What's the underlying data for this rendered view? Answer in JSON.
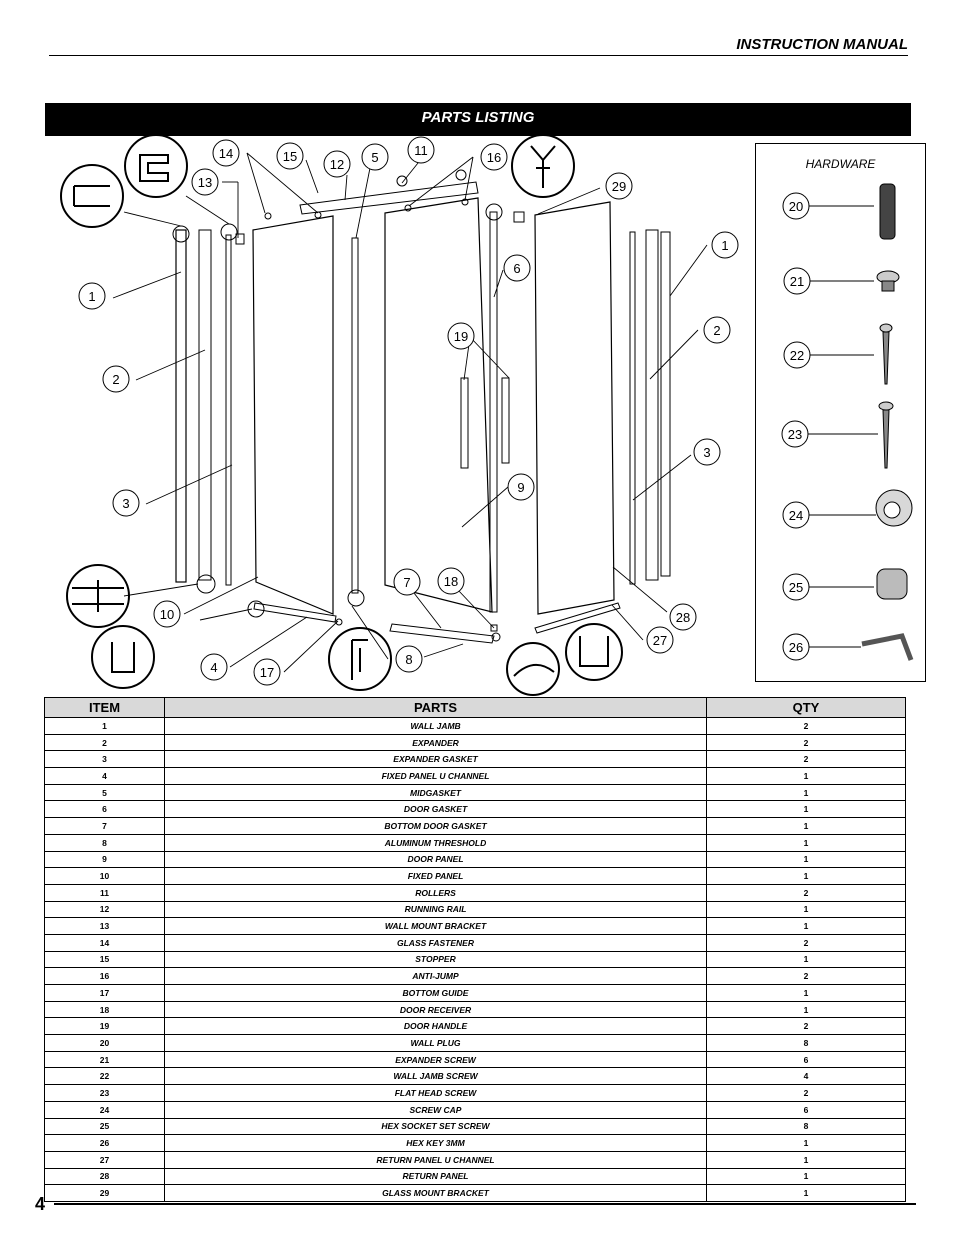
{
  "header": {
    "title": "INSTRUCTION MANUAL"
  },
  "banner": {
    "title": "PARTS LISTING"
  },
  "hardware": {
    "title": "HARDWARE"
  },
  "diagram": {
    "callouts_left": [
      "14",
      "15",
      "12",
      "5",
      "11",
      "16",
      "13",
      "29",
      "1",
      "6",
      "2",
      "19",
      "3",
      "9",
      "7",
      "18",
      "10",
      "28",
      "27",
      "4",
      "17",
      "8"
    ],
    "callouts_hw": [
      "20",
      "21",
      "22",
      "23",
      "24",
      "25",
      "26"
    ]
  },
  "table": {
    "headers": {
      "item": "ITEM",
      "parts": "PARTS",
      "qty": "QTY"
    },
    "rows": [
      {
        "item": "1",
        "name": "WALL JAMB",
        "qty": "2"
      },
      {
        "item": "2",
        "name": "EXPANDER",
        "qty": "2"
      },
      {
        "item": "3",
        "name": "EXPANDER GASKET",
        "qty": "2"
      },
      {
        "item": "4",
        "name": "FIXED PANEL U CHANNEL",
        "qty": "1"
      },
      {
        "item": "5",
        "name": "MIDGASKET",
        "qty": "1"
      },
      {
        "item": "6",
        "name": "DOOR  GASKET",
        "qty": "1"
      },
      {
        "item": "7",
        "name": "BOTTOM DOOR GASKET",
        "qty": "1"
      },
      {
        "item": "8",
        "name": "ALUMINUM THRESHOLD",
        "qty": "1"
      },
      {
        "item": "9",
        "name": "DOOR PANEL",
        "qty": "1"
      },
      {
        "item": "10",
        "name": "FIXED PANEL",
        "qty": "1"
      },
      {
        "item": "11",
        "name": "ROLLERS",
        "qty": "2"
      },
      {
        "item": "12",
        "name": "RUNNING RAIL",
        "qty": "1"
      },
      {
        "item": "13",
        "name": "WALL MOUNT BRACKET",
        "qty": "1"
      },
      {
        "item": "14",
        "name": "GLASS FASTENER",
        "qty": "2"
      },
      {
        "item": "15",
        "name": "STOPPER",
        "qty": "1"
      },
      {
        "item": "16",
        "name": "ANTI-JUMP",
        "qty": "2"
      },
      {
        "item": "17",
        "name": "BOTTOM GUIDE",
        "qty": "1"
      },
      {
        "item": "18",
        "name": "DOOR RECEIVER",
        "qty": "1"
      },
      {
        "item": "19",
        "name": "DOOR HANDLE",
        "qty": "2"
      },
      {
        "item": "20",
        "name": "WALL PLUG",
        "qty": "8"
      },
      {
        "item": "21",
        "name": "EXPANDER SCREW",
        "qty": "6"
      },
      {
        "item": "22",
        "name": "WALL JAMB SCREW",
        "qty": "4"
      },
      {
        "item": "23",
        "name": "FLAT HEAD SCREW",
        "qty": "2"
      },
      {
        "item": "24",
        "name": "SCREW CAP",
        "qty": "6"
      },
      {
        "item": "25",
        "name": "HEX SOCKET SET SCREW",
        "qty": "8"
      },
      {
        "item": "26",
        "name": "HEX KEY 3MM",
        "qty": "1"
      },
      {
        "item": "27",
        "name": "RETURN PANEL U CHANNEL",
        "qty": "1"
      },
      {
        "item": "28",
        "name": "RETURN PANEL",
        "qty": "1"
      },
      {
        "item": "29",
        "name": "GLASS MOUNT BRACKET",
        "qty": "1"
      }
    ]
  },
  "footer": {
    "page_number": "4"
  }
}
